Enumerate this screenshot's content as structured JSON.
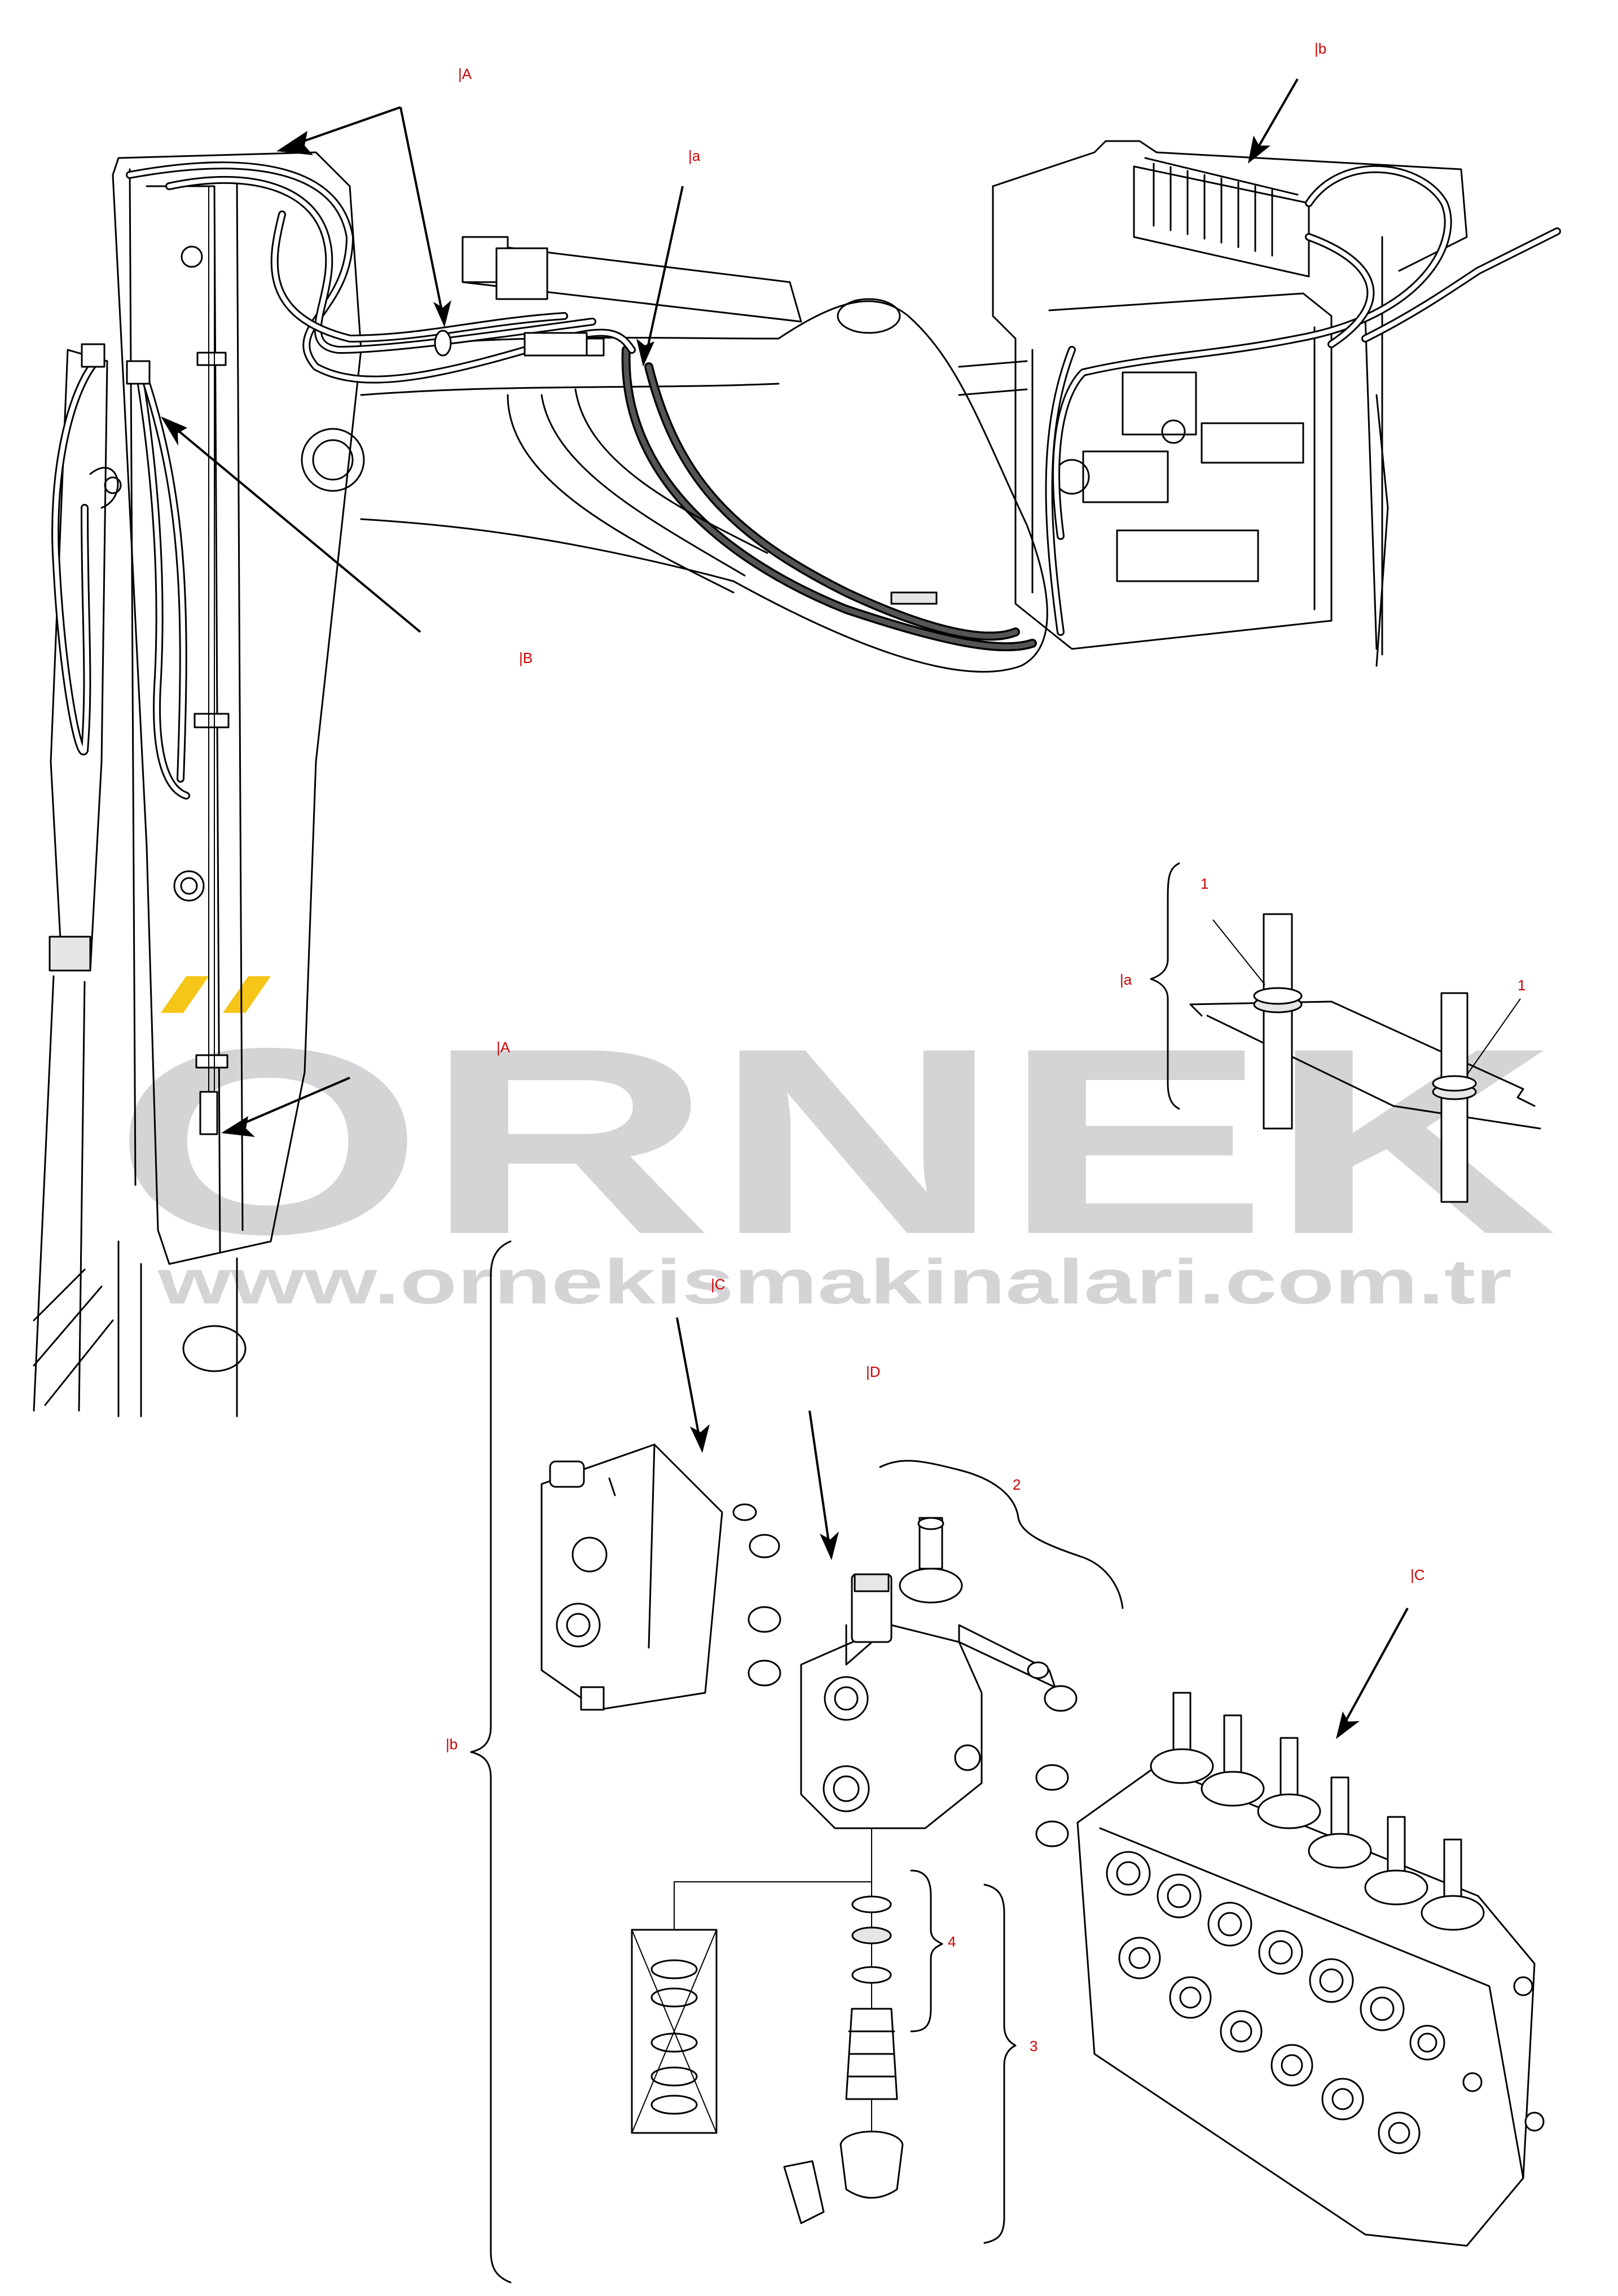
{
  "callouts": {
    "A_top": "|A",
    "a_top": "|a",
    "b_top": "|b",
    "B_left": "|B",
    "A_lower": "|A",
    "a_detail": "|a",
    "one_left": "1",
    "one_right": "1",
    "C_top": "|C",
    "D": "|D",
    "two": "2",
    "C_right": "|C",
    "b_left": "|b",
    "four": "4",
    "three": "3"
  },
  "watermark": {
    "brand": "ORNEK",
    "url": "www.ornekismakinalari.com.tr",
    "accent_color": "#f5c518",
    "watermark_color": "#d4d4d6"
  },
  "colors": {
    "callout": "#cc0000",
    "line": "#000000"
  }
}
